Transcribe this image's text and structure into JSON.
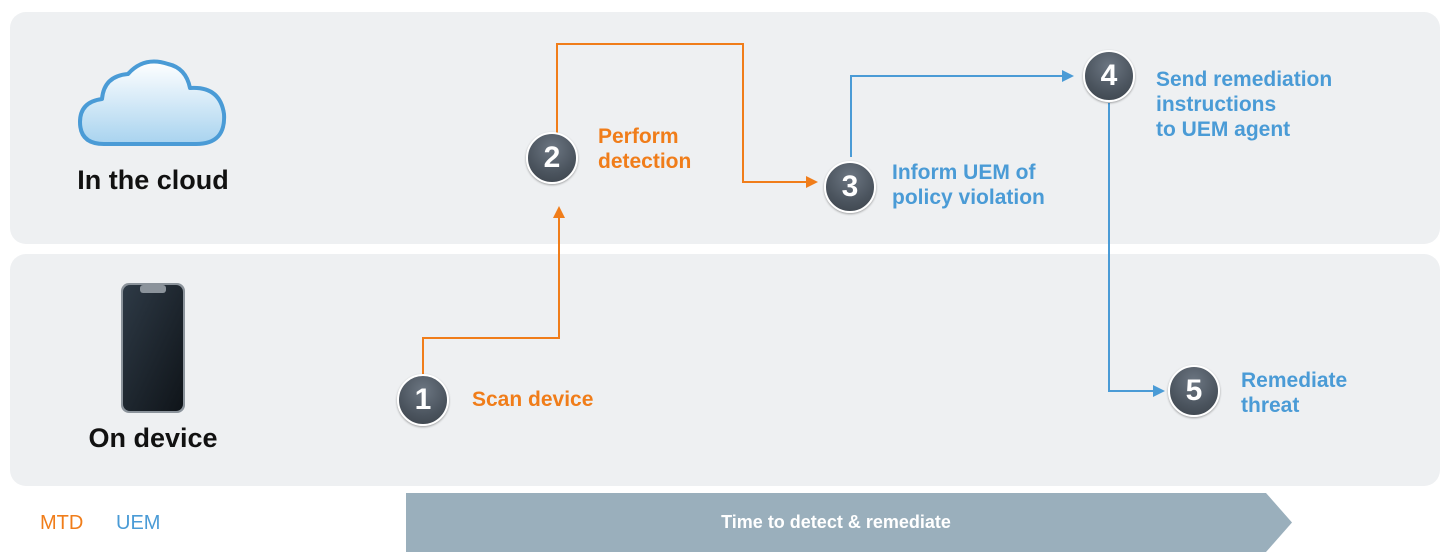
{
  "lanes": {
    "cloud": {
      "label": "In the cloud"
    },
    "device": {
      "label": "On device"
    }
  },
  "steps": [
    {
      "number": "1",
      "label": "Scan device",
      "owner": "MTD"
    },
    {
      "number": "2",
      "label": "Perform\ndetection",
      "owner": "MTD"
    },
    {
      "number": "3",
      "label": "Inform UEM of\npolicy violation",
      "owner": "UEM"
    },
    {
      "number": "4",
      "label": "Send remediation\ninstructions\nto UEM agent",
      "owner": "UEM"
    },
    {
      "number": "5",
      "label": "Remediate\nthreat",
      "owner": "UEM"
    }
  ],
  "legend": {
    "mtd": "MTD",
    "uem": "UEM"
  },
  "timeline": {
    "label": "Time to detect & remediate"
  },
  "colors": {
    "mtd": "#f07d1a",
    "uem": "#4a9bd6",
    "timeline": "#9aafbc",
    "lane": "#eef0f2",
    "step_circle": "#4b545e"
  },
  "icons": {
    "cloud": "cloud-icon",
    "device": "smartphone-icon"
  }
}
